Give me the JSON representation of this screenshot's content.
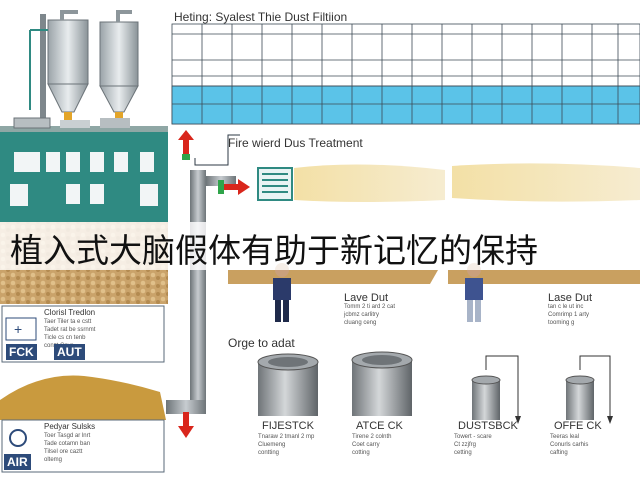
{
  "header": {
    "title": "Heting: Syalest Thie Dust Filtiion"
  },
  "treatment": {
    "title": "Fire wierd Dus Treatment"
  },
  "people": [
    {
      "caption": "Lave Dut",
      "notes": [
        "Tomm 2 ti ard 2 cat",
        "jcbmz carlitry",
        "cluang ceng"
      ]
    },
    {
      "caption": "Lase Dut",
      "notes": [
        "tan c le  ut inc",
        "Comrimp 1 arty",
        "tooming  g"
      ]
    }
  ],
  "section2": {
    "title": "Orge to adat"
  },
  "tanks": [
    {
      "label": "FIJESTCK",
      "notes": [
        "Tnaraw 2 tmanl 2 mp",
        "Cluemeng",
        "contting"
      ]
    },
    {
      "label": "ATCE CK",
      "notes": [
        "Tirene 2 colnth",
        "Coet carry",
        "cotting"
      ]
    },
    {
      "label": "DUSTSBCK",
      "notes": [
        "Towert - scare",
        "Ct zzjfrg",
        "cetting"
      ]
    },
    {
      "label": "OFFE CK",
      "notes": [
        "Teeras leal",
        "Conurls carhis",
        "cafting"
      ]
    }
  ],
  "left_panels": [
    {
      "title": "Clorisl Tredlon",
      "badge": "FCK",
      "badge2": "AUT",
      "notes": [
        "Taer Tiler ta e cstt",
        "Tadet rat be ssrnmt",
        "Ticle cs cn tenb",
        "conzt Cnvs"
      ]
    },
    {
      "title": "Pedyar Sulsks",
      "badge": "AIR",
      "notes": [
        "Toer Tasgd  ar lnrt",
        "Tade cotamn ban",
        "Tilsel ore caztt",
        "oltemg"
      ]
    }
  ],
  "overlay": {
    "text": "植入式大脑假体有助于新记忆的保持"
  },
  "colors": {
    "accent_blue": "#5bc3e8",
    "building_teal": "#2f8a82",
    "arrow_red": "#d9261c",
    "arrow_green": "#2fa44a",
    "dust": "#ecd9a3"
  }
}
